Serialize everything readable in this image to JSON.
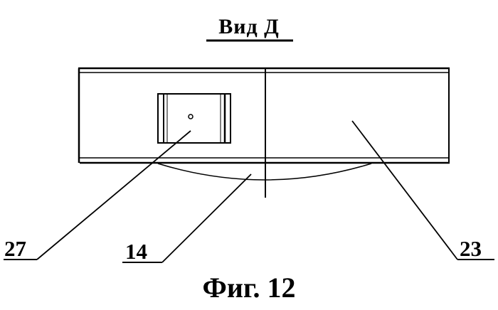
{
  "view_title": "Вид Д",
  "figure_caption": "Фиг. 12",
  "callouts": {
    "c27": "27",
    "c14": "14",
    "c23": "23"
  },
  "colors": {
    "ink": "#000000",
    "paper": "#ffffff"
  }
}
